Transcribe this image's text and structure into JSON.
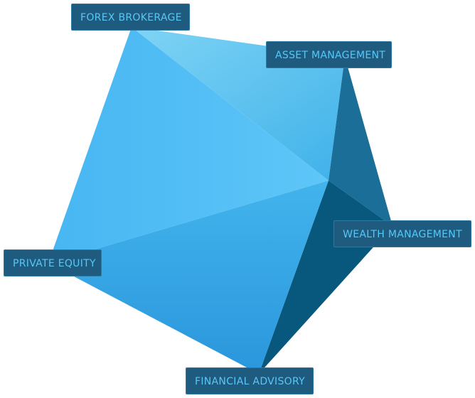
{
  "diagram": {
    "nodes": [
      {
        "id": "forex",
        "label": "FOREX BROKERAGE"
      },
      {
        "id": "asset",
        "label": "ASSET MANAGEMENT"
      },
      {
        "id": "wealth",
        "label": "WEALTH MANAGEMENT"
      },
      {
        "id": "private",
        "label": "PRIVATE EQUITY"
      },
      {
        "id": "financial",
        "label": "FINANCIAL ADVISORY"
      }
    ],
    "colors": {
      "light_blue": "#52bdf5",
      "mid_blue": "#3fb1ea",
      "dark_blue": "#1a6e98",
      "darkest_blue": "#08587e",
      "label_bg": "#1f5b7e",
      "label_text": "#58c7f7"
    }
  }
}
